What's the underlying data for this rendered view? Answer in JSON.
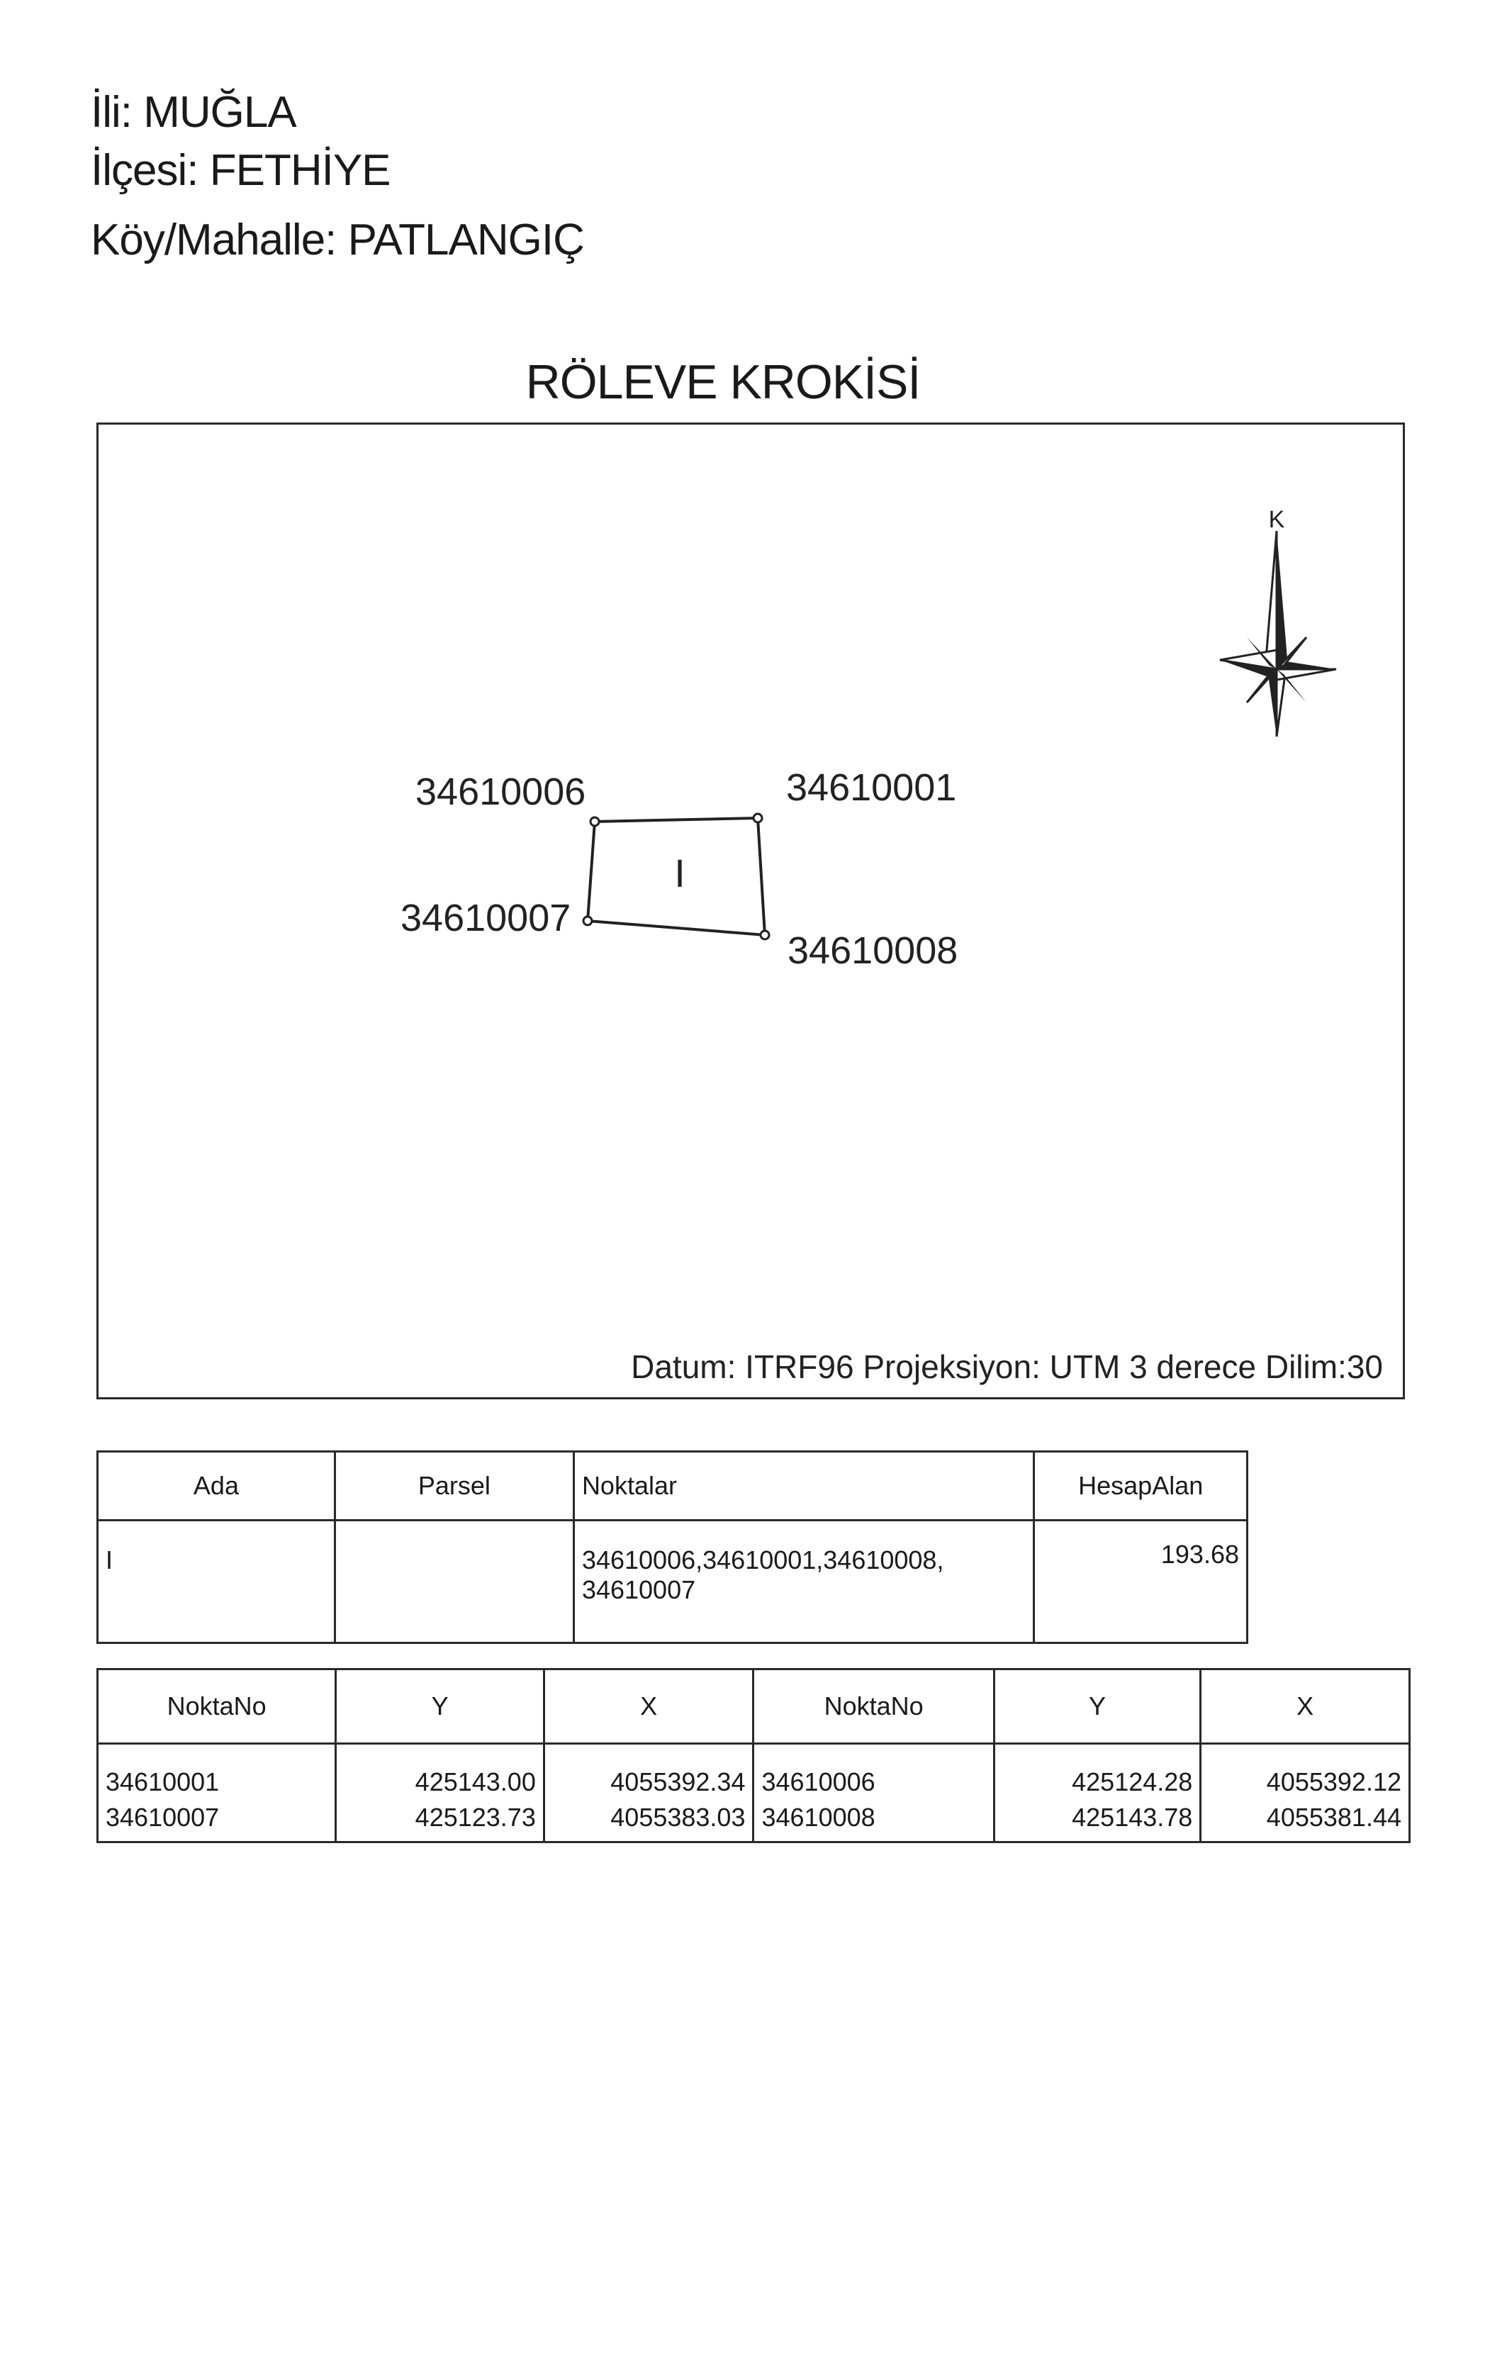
{
  "header": {
    "il_label": "İli:",
    "il_value": "MUĞLA",
    "ilce_label": "İlçesi:",
    "ilce_value": "FETHİYE",
    "koy_label": "Köy/Mahalle:",
    "koy_value": "PATLANGIÇ"
  },
  "title": "RÖLEVE KROKİSİ",
  "sketch": {
    "north_label": "K",
    "parcel_label": "I",
    "points": [
      "34610006",
      "34610001",
      "34610007",
      "34610008"
    ],
    "datum": "Datum: ITRF96 Projeksiyon: UTM 3 derece Dilim:30"
  },
  "ada_table": {
    "headers": [
      "Ada",
      "Parsel",
      "Noktalar",
      "HesapAlan"
    ],
    "row": {
      "ada": "I",
      "parsel": "",
      "noktalar_line1": "34610006,34610001,34610008,",
      "noktalar_line2": "34610007",
      "hesap_alan": "193.68"
    }
  },
  "coord_table": {
    "headers": [
      "NoktaNo",
      "Y",
      "X",
      "NoktaNo",
      "Y",
      "X"
    ],
    "rows": [
      [
        "34610001",
        "425143.00",
        "4055392.34",
        "34610006",
        "425124.28",
        "4055392.12"
      ],
      [
        "34610007",
        "425123.73",
        "4055383.03",
        "34610008",
        "425143.78",
        "4055381.44"
      ]
    ]
  }
}
